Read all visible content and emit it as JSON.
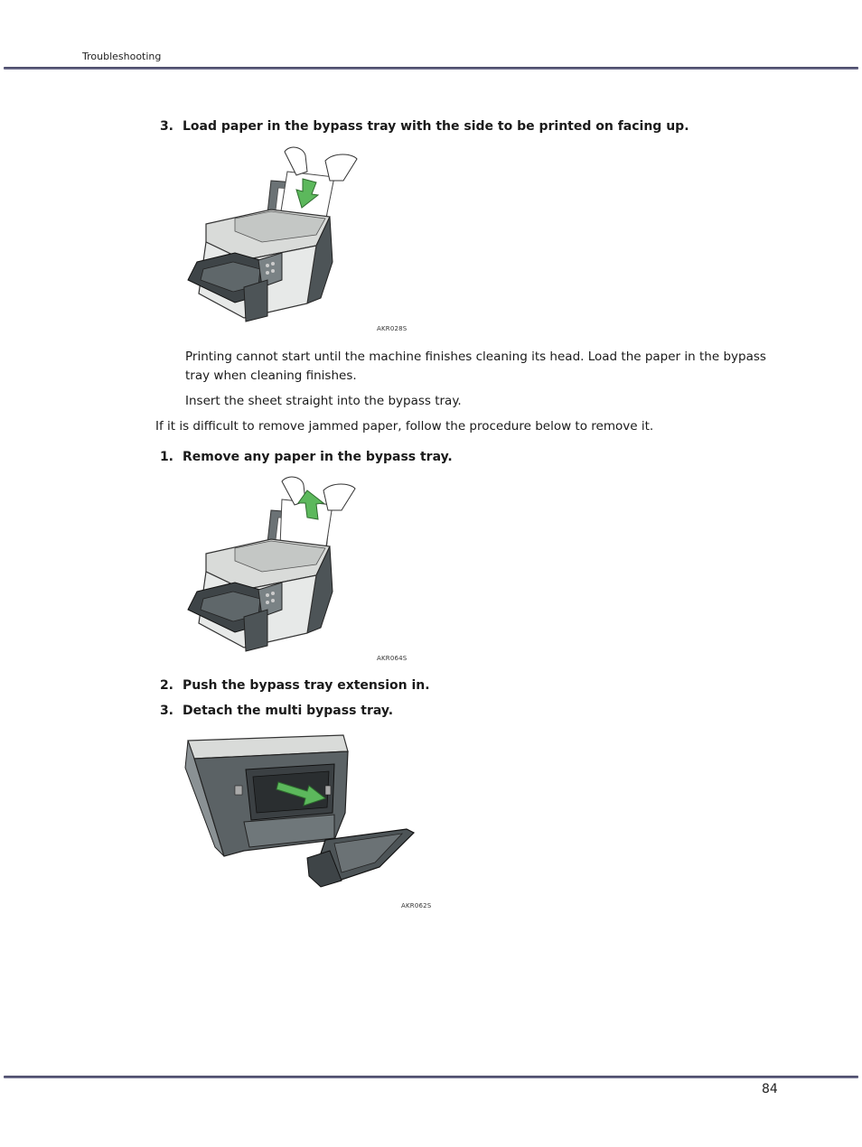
{
  "header": {
    "section": "Troubleshooting"
  },
  "steps_a": [
    {
      "number": "3.",
      "text": "Load paper in the bypass tray with the side to be printed on facing up."
    }
  ],
  "figures": {
    "fig1_code": "AKR028S",
    "fig2_code": "AKR064S",
    "fig3_code": "AKR062S"
  },
  "notes": [
    "Printing cannot start until the machine finishes cleaning its head. Load the paper in the bypass tray when cleaning finishes.",
    "Insert the sheet straight into the bypass tray."
  ],
  "intro": "If it is difficult to remove jammed paper, follow the procedure below to remove it.",
  "steps_b": [
    {
      "number": "1.",
      "text": "Remove any paper in the bypass tray."
    },
    {
      "number": "2.",
      "text": "Push the bypass tray extension in."
    },
    {
      "number": "3.",
      "text": "Detach the multi bypass tray."
    }
  ],
  "footer": {
    "page_number": "84"
  },
  "colors": {
    "rule": "#4a4a6a",
    "arrow": "#5cb85c",
    "printer_dark": "#4d5457",
    "printer_light": "#d9dbd9"
  }
}
